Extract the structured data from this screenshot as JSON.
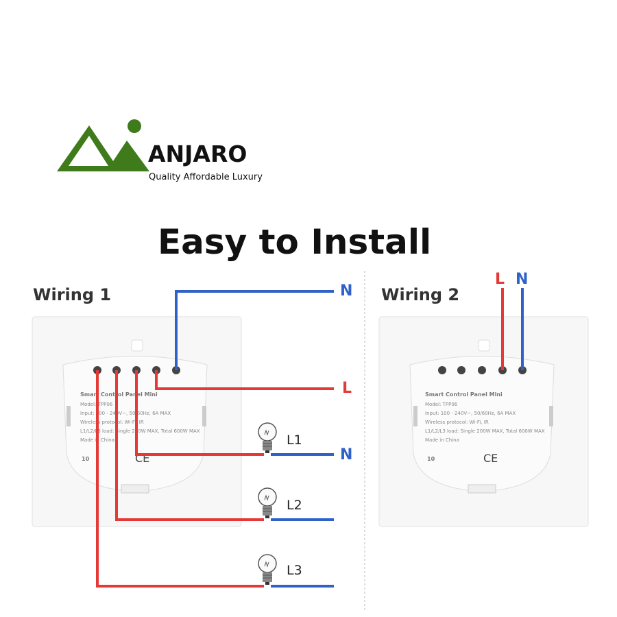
{
  "logo": {
    "brand": "ANJARO",
    "tagline": "Quality Affordable Luxury",
    "color": "#3f7a1b"
  },
  "title": "Easy to Install",
  "wiring1": {
    "title": "Wiring 1",
    "labels": {
      "n_top": "N",
      "l": "L",
      "n_mid": "N"
    },
    "loads": [
      "L1",
      "L2",
      "L3"
    ]
  },
  "wiring2": {
    "title": "Wiring 2",
    "labels": {
      "l": "L",
      "n": "N"
    }
  },
  "panel": {
    "name": "Smart Control Panel Mini",
    "model": "Model:  TPP06",
    "input": "Input:  100 - 240V~,  50/60Hz,  6A MAX",
    "protocol": "Wireless protocol:  Wi-Fi,  IR",
    "load": "L1/L2/L3 load:  Single 200W MAX,  Total 600W MAX",
    "origin": "Made in China",
    "marks": {
      "rating": "10",
      "ce": "CE"
    }
  },
  "colors": {
    "live": "#e53935",
    "neutral": "#2f62c9"
  }
}
